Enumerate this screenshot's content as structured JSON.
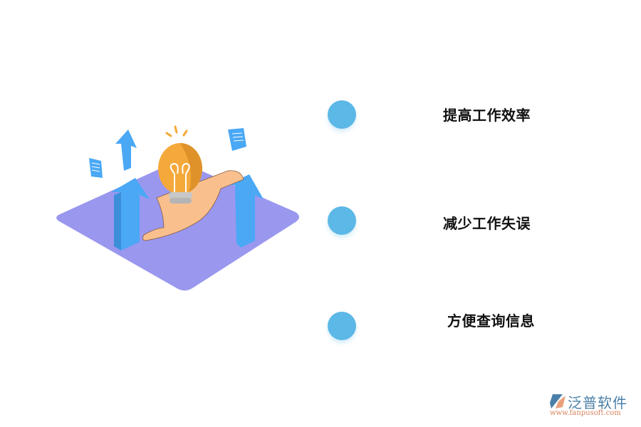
{
  "features": [
    {
      "label": "提高工作效率",
      "dot_color": "#5cb8e6"
    },
    {
      "label": "减少工作失误",
      "dot_color": "#5cb8e6"
    },
    {
      "label": "方便查询信息",
      "dot_color": "#5cb8e6"
    }
  ],
  "illustration": {
    "icons": [
      "lightbulb-icon",
      "hand-icon",
      "arrow-up-icon",
      "document-icon"
    ],
    "colors": {
      "platform": "#9a97ef",
      "arrow": "#4aa8f5",
      "bulb": "#f5a93a",
      "hand": "#f9c08e"
    }
  },
  "logo": {
    "name": "泛普软件",
    "url": "www.fanpusoft.com",
    "name_color": "#4a7fa8",
    "url_color": "#d9825b"
  }
}
